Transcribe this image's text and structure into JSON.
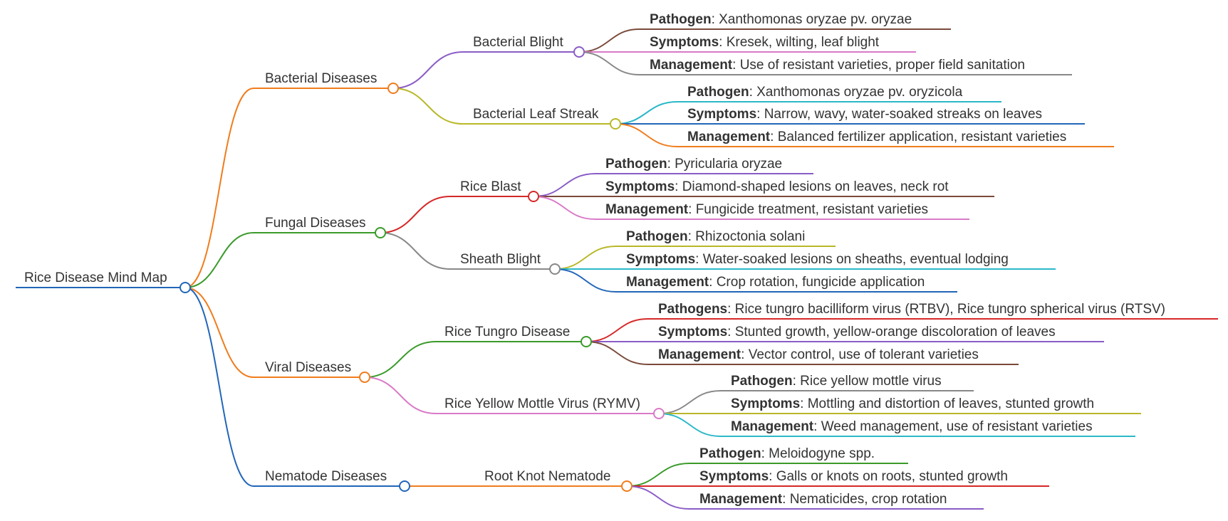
{
  "root": {
    "label": "Rice Disease Mind Map",
    "color": "#2266b8"
  },
  "categories": [
    {
      "label": "Bacterial Diseases",
      "color": "#f07c1c",
      "diseases": [
        {
          "label": "Bacterial Blight",
          "color": "#8a5cc6",
          "details": [
            {
              "key": "Pathogen",
              "text": ": Xanthomonas oryzae pv. oryzae",
              "color": "#7a4a3a"
            },
            {
              "key": "Symptoms",
              "text": ": Kresek, wilting, leaf blight",
              "color": "#d97ac8"
            },
            {
              "key": "Management",
              "text": ": Use of resistant varieties, proper field sanitation",
              "color": "#888888"
            }
          ]
        },
        {
          "label": "Bacterial Leaf Streak",
          "color": "#b8b828",
          "details": [
            {
              "key": "Pathogen",
              "text": ": Xanthomonas oryzae pv. oryzicola",
              "color": "#2bb8c8"
            },
            {
              "key": "Symptoms",
              "text": ": Narrow, wavy, water-soaked streaks on leaves",
              "color": "#2266b8"
            },
            {
              "key": "Management",
              "text": ": Balanced fertilizer application, resistant varieties",
              "color": "#f07c1c"
            }
          ]
        }
      ]
    },
    {
      "label": "Fungal Diseases",
      "color": "#3a9a2a",
      "diseases": [
        {
          "label": "Rice Blast",
          "color": "#d62828",
          "details": [
            {
              "key": "Pathogen",
              "text": ": Pyricularia oryzae",
              "color": "#8a5cc6"
            },
            {
              "key": "Symptoms",
              "text": ": Diamond-shaped lesions on leaves, neck rot",
              "color": "#7a4a3a"
            },
            {
              "key": "Management",
              "text": ": Fungicide treatment, resistant varieties",
              "color": "#d97ac8"
            }
          ]
        },
        {
          "label": "Sheath Blight",
          "color": "#888888",
          "details": [
            {
              "key": "Pathogen",
              "text": ": Rhizoctonia solani",
              "color": "#b8b828"
            },
            {
              "key": "Symptoms",
              "text": ": Water-soaked lesions on sheaths, eventual lodging",
              "color": "#2bb8c8"
            },
            {
              "key": "Management",
              "text": ": Crop rotation, fungicide application",
              "color": "#2266b8"
            }
          ]
        }
      ]
    },
    {
      "label": "Viral Diseases",
      "color": "#f07c1c",
      "diseases": [
        {
          "label": "Rice Tungro Disease",
          "color": "#3a9a2a",
          "details": [
            {
              "key": "Pathogens",
              "text": ": Rice tungro bacilliform virus (RTBV), Rice tungro spherical virus (RTSV)",
              "color": "#d62828"
            },
            {
              "key": "Symptoms",
              "text": ": Stunted growth, yellow-orange discoloration of leaves",
              "color": "#8a5cc6"
            },
            {
              "key": "Management",
              "text": ": Vector control, use of tolerant varieties",
              "color": "#7a4a3a"
            }
          ]
        },
        {
          "label": "Rice Yellow Mottle Virus (RYMV)",
          "color": "#d97ac8",
          "details": [
            {
              "key": "Pathogen",
              "text": ": Rice yellow mottle virus",
              "color": "#888888"
            },
            {
              "key": "Symptoms",
              "text": ": Mottling and distortion of leaves, stunted growth",
              "color": "#b8b828"
            },
            {
              "key": "Management",
              "text": ": Weed management, use of resistant varieties",
              "color": "#2bb8c8"
            }
          ]
        }
      ]
    },
    {
      "label": "Nematode Diseases",
      "color": "#2266b8",
      "diseases": [
        {
          "label": "Root Knot Nematode",
          "color": "#f07c1c",
          "details": [
            {
              "key": "Pathogen",
              "text": ": Meloidogyne spp.",
              "color": "#3a9a2a"
            },
            {
              "key": "Symptoms",
              "text": ": Galls or knots on roots, stunted growth",
              "color": "#d62828"
            },
            {
              "key": "Management",
              "text": ": Nematicides, crop rotation",
              "color": "#8a5cc6"
            }
          ]
        }
      ]
    }
  ]
}
